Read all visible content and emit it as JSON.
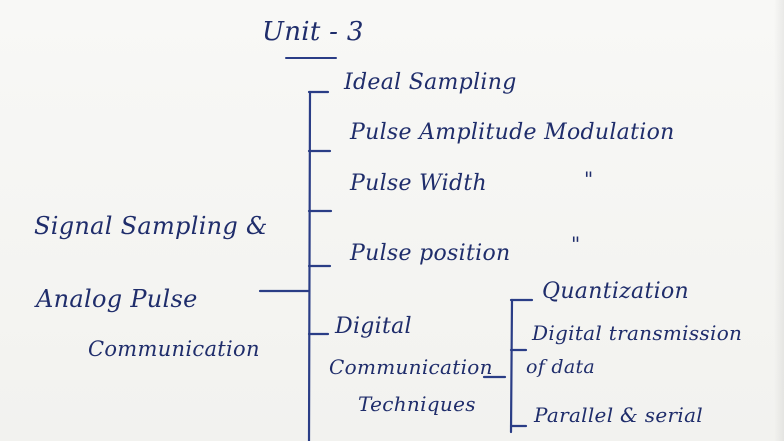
{
  "unit_heading": "Unit - 3",
  "main_topic": {
    "line1": "Signal Sampling &",
    "line2": "Analog Pulse",
    "line3": "Communication"
  },
  "branches": [
    {
      "label": "Ideal Sampling"
    },
    {
      "label": "Pulse Amplitude Modulation"
    },
    {
      "label": "Pulse Width",
      "ditto": "\""
    },
    {
      "label": "Pulse position",
      "ditto": "\""
    }
  ],
  "digital_branch": {
    "line1": "Digital",
    "line2": "Communication",
    "line3": "Techniques",
    "subitems": [
      {
        "label": "Quantization"
      },
      {
        "label_line1": "Digital transmission",
        "label_line2": "of data"
      },
      {
        "label": "Parallel & serial"
      }
    ]
  },
  "ink_color": "#1f2d6b"
}
